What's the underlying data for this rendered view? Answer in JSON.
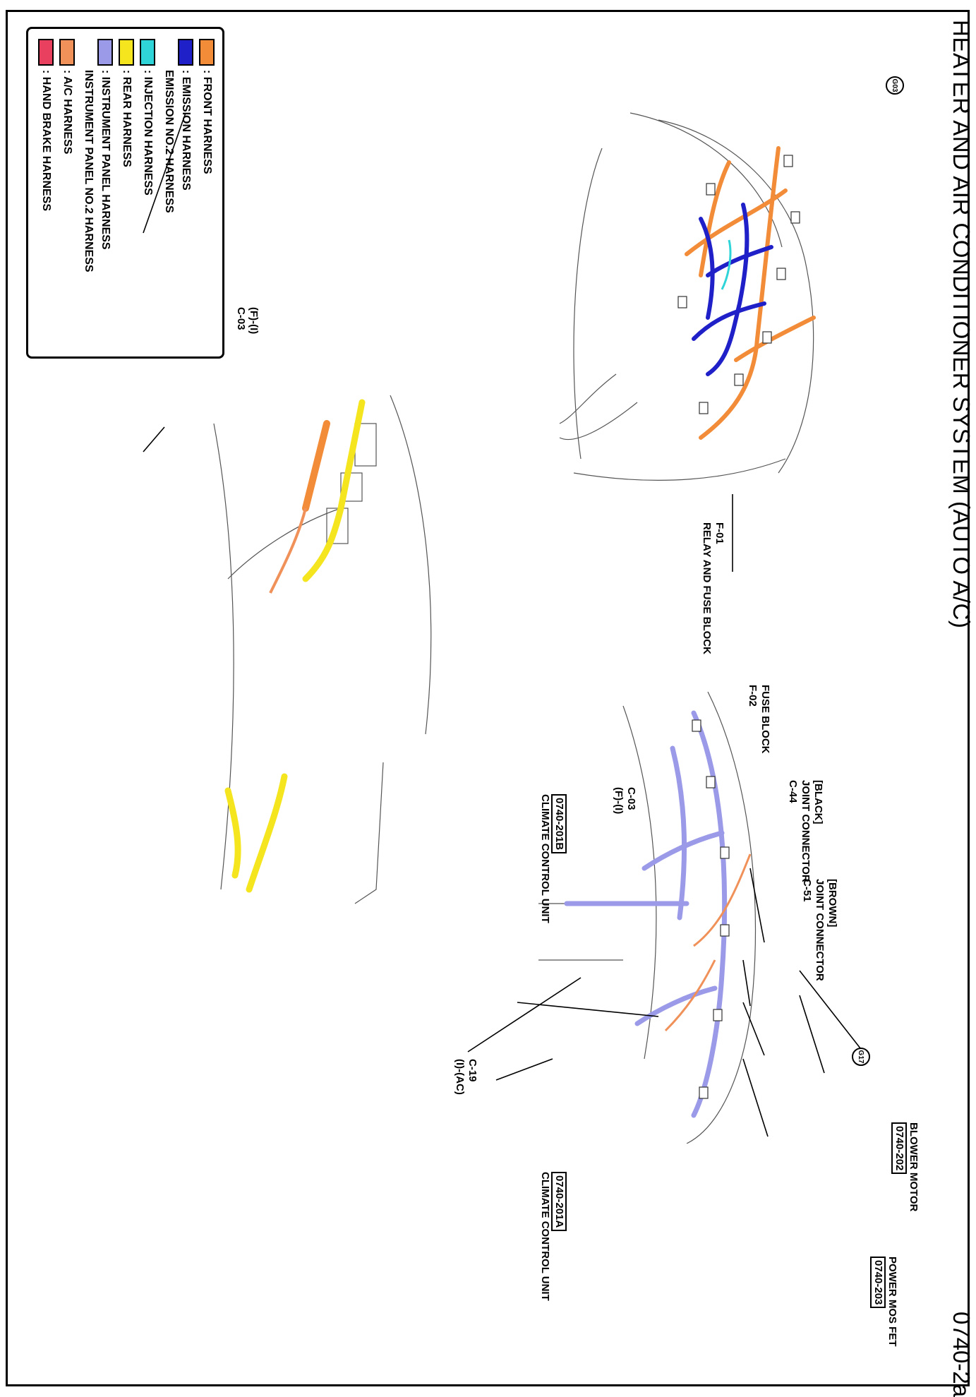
{
  "header": {
    "title": "HEATER AND AIR CONDITIONER SYSTEM (AUTO A/C)",
    "page_number": "0740-2a"
  },
  "legend": {
    "items": [
      {
        "color": "#f28c38",
        "label": ": FRONT HARNESS",
        "sublabel": ""
      },
      {
        "color": "#1f20c8",
        "label": ": EMISSION HARNESS",
        "sublabel": "EMISSION NO.2 HARNESS"
      },
      {
        "color": "#2fd4d8",
        "label": ": INJECTION HARNESS",
        "sublabel": ""
      },
      {
        "color": "#f5e51e",
        "label": ": REAR HARNESS",
        "sublabel": ""
      },
      {
        "color": "#9a9ae8",
        "label": ": INSTRUMENT PANEL HARNESS",
        "sublabel": "INSTRUMENT PANEL NO.2 HARNESS"
      },
      {
        "color": "#f0915a",
        "label": ": A/C HARNESS",
        "sublabel": ""
      },
      {
        "color": "#e8405e",
        "label": ": HAND BRAKE HARNESS",
        "sublabel": ""
      }
    ]
  },
  "callouts": {
    "relay_fuse_block": {
      "code": "F-01",
      "name": "RELAY AND FUSE BLOCK"
    },
    "fuse_block": {
      "code": "F-02",
      "name": "FUSE BLOCK"
    },
    "c03_dash": {
      "code": "C-03",
      "suffix": "(F)-(I)"
    },
    "c03_floor": {
      "code": "C-03",
      "suffix": "(F)-(I)"
    },
    "c44": {
      "color": "[BLACK]",
      "name": "JOINT CONNECTOR",
      "code": "C-44"
    },
    "c51": {
      "color": "[BROWN]",
      "name": "JOINT CONNECTOR",
      "code": "C-51"
    },
    "ccu_b": {
      "ref": "0740-201B",
      "name": "CLIMATE CONTROL UNIT"
    },
    "ccu_a": {
      "ref": "0740-201A",
      "name": "CLIMATE CONTROL UNIT"
    },
    "c19": {
      "code": "C-19",
      "suffix": "(I)-(AC)"
    },
    "blower": {
      "name": "BLOWER MOTOR",
      "ref": "0740-202"
    },
    "mosfet": {
      "name": "POWER MOS FET",
      "ref": "0740-203"
    }
  },
  "grounds": {
    "g03": "G03",
    "g17": "G17"
  }
}
